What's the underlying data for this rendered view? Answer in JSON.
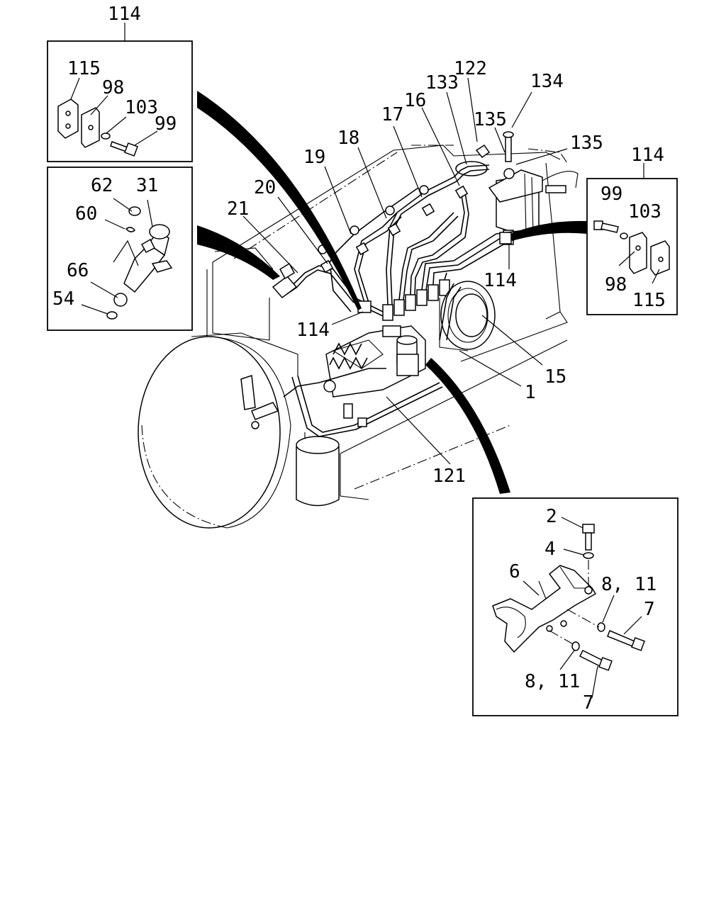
{
  "callouts": {
    "c114_top": "114",
    "c115_tl": "115",
    "c98_tl": "98",
    "c103_tl": "103",
    "c99_tl": "99",
    "c62": "62",
    "c31": "31",
    "c60": "60",
    "c66": "66",
    "c54": "54",
    "c21": "21",
    "c20": "20",
    "c19": "19",
    "c18": "18",
    "c17": "17",
    "c16": "16",
    "c133": "133",
    "c122": "122",
    "c134": "134",
    "c135a": "135",
    "c135b": "135",
    "c114_right": "114",
    "c99_r": "99",
    "c103_r": "103",
    "c98_r": "98",
    "c115_r": "115",
    "c114_mid": "114",
    "c114_left": "114",
    "c15": "15",
    "c1": "1",
    "c121": "121",
    "c2": "2",
    "c4": "4",
    "c6": "6",
    "c8_11a": "8, 11",
    "c7a": "7",
    "c8_11b": "8, 11",
    "c7b": "7"
  },
  "icons": [
    "clamp-icon",
    "bolt-icon",
    "washer-icon",
    "injector-icon",
    "bracket-icon",
    "filter-icon",
    "pump-icon"
  ]
}
